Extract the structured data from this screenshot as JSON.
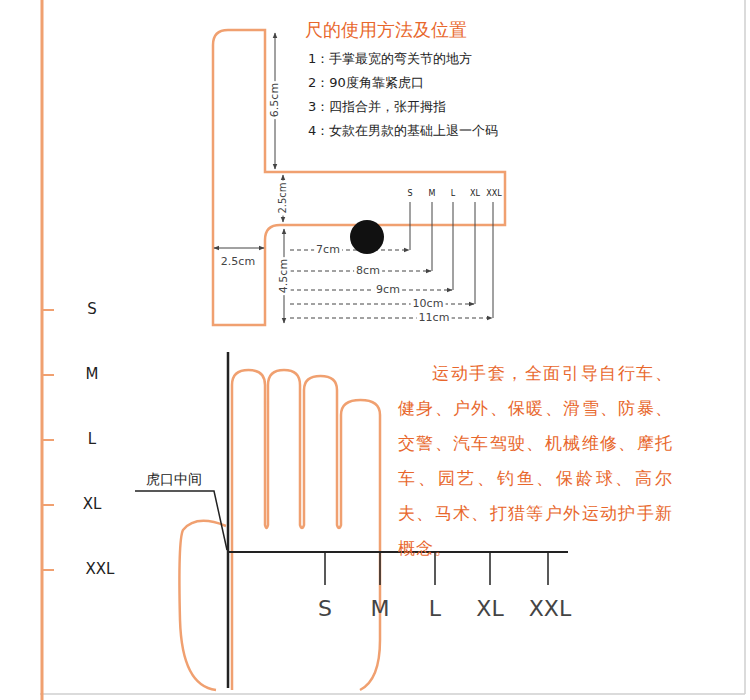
{
  "diagram": {
    "labels": [
      "S",
      "M",
      "L",
      "XL",
      "XXL",
      "尺的使用方法及位置",
      "1：手掌最宽的弯关节的地方",
      "2：90度角靠紧虎口",
      "3：四指合并，张开拇指",
      "4：女款在男款的基础上退一个码",
      "6.5cm",
      "2.5cm",
      "2.5cm",
      "4.5cm",
      "7cm",
      "8cm",
      "9cm",
      "10cm",
      "11cm",
      "S",
      "M",
      "L",
      "XL",
      "XXL",
      "虎口中间",
      "S",
      "M",
      "L",
      "XL",
      "XXL",
      "运动手套，全面引导自行车、健身、户外、保暖、滑雪、防暴、交警、汽车驾驶、机械维修、摩托车、园艺、钓鱼、保龄球、高尔夫、马术、打猎等户外运动护手新概念。"
    ]
  }
}
